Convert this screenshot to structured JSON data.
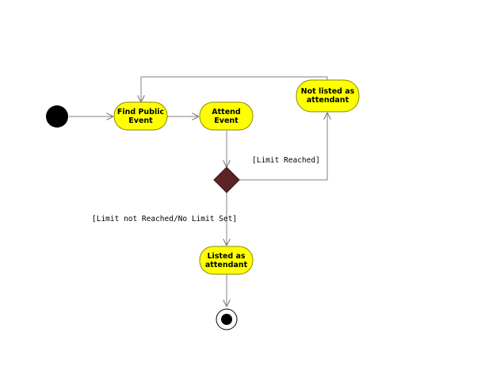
{
  "colors": {
    "action_fill": "#ffff00",
    "action_stroke": "#8a8a00",
    "decision_fill": "#5c2424",
    "edge": "#808080",
    "initial": "#000000"
  },
  "nodes": {
    "find_public_event": {
      "line1": "Find Public",
      "line2": "Event"
    },
    "attend_event": {
      "line1": "Attend",
      "line2": "Event"
    },
    "not_listed": {
      "line1": "Not listed as",
      "line2": "attendant"
    },
    "listed": {
      "line1": "Listed as",
      "line2": "attendant"
    }
  },
  "guards": {
    "limit_reached": "[Limit Reached]",
    "limit_not_reached": "[Limit not Reached/No Limit Set]"
  }
}
